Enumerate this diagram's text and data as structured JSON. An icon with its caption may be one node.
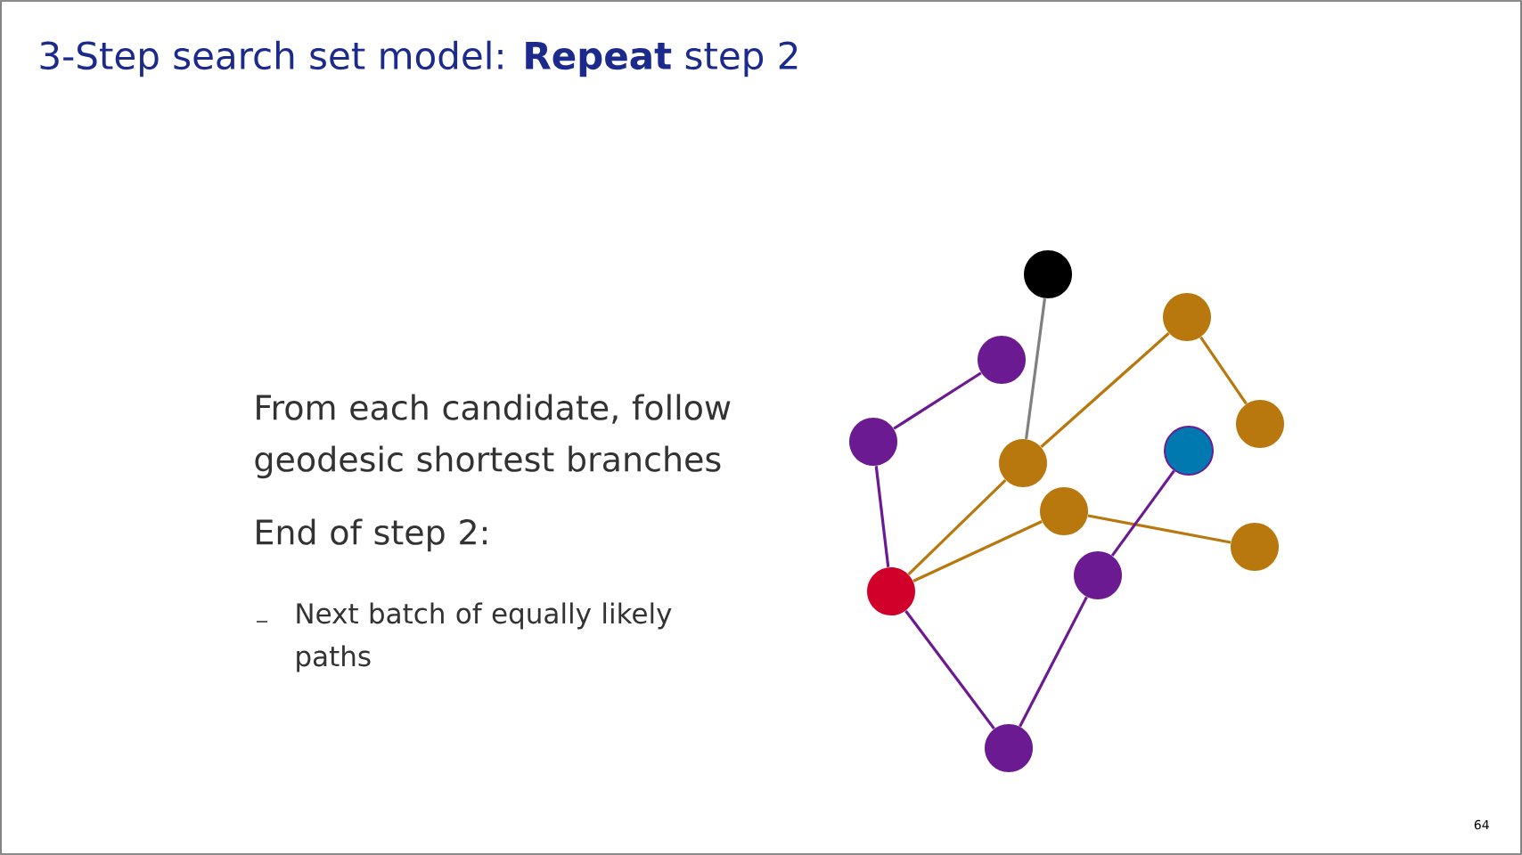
{
  "diagram": {
    "title": "3-Step search set model: **Repeat** step 2",
    "nodes": [
      {
        "text": [],
        "shape": "circle"
      },
      {
        "text": [],
        "shape": "circle"
      },
      {
        "text": [],
        "shape": "circle"
      },
      {
        "text": [],
        "shape": "circle"
      },
      {
        "text": [],
        "shape": "circle"
      },
      {
        "text": [],
        "shape": "circle"
      },
      {
        "text": [],
        "shape": "circle"
      },
      {
        "text": [],
        "shape": "circle"
      },
      {
        "text": [],
        "shape": "circle"
      },
      {
        "text": [],
        "shape": "circle"
      },
      {
        "text": [],
        "shape": "circle"
      },
      {
        "text": [],
        "shape": "circle"
      }
    ],
    "edges": [
      {
        "from": 0,
        "to": 5,
        "arrow": "none",
        "color": "#808080"
      },
      {
        "from": 2,
        "to": 4,
        "arrow": "none"
      },
      {
        "from": 4,
        "to": 10,
        "arrow": "none"
      },
      {
        "from": 10,
        "to": 5,
        "arrow": "none",
        "color": "#b8780e"
      },
      {
        "from": 5,
        "to": 1,
        "arrow": "none",
        "color": "#b8780e"
      },
      {
        "from": 1,
        "to": 3,
        "arrow": "none",
        "color": "#b8780e"
      },
      {
        "from": 10,
        "to": 7,
        "arrow": "none",
        "color": "#b8780e"
      },
      {
        "from": 7,
        "to": 8,
        "arrow": "none",
        "color": "#b8780e"
      },
      {
        "from": 10,
        "to": 11,
        "arrow": "none"
      },
      {
        "from": 11,
        "to": 9,
        "arrow": "none"
      },
      {
        "from": 9,
        "to": 6,
        "arrow": "none"
      }
    ],
    "labels": [
      "From each candidate, follow geodesic shortest branches",
      "End of step 2:",
      "Next batch of equally likely paths",
      "64"
    ]
  }
}
